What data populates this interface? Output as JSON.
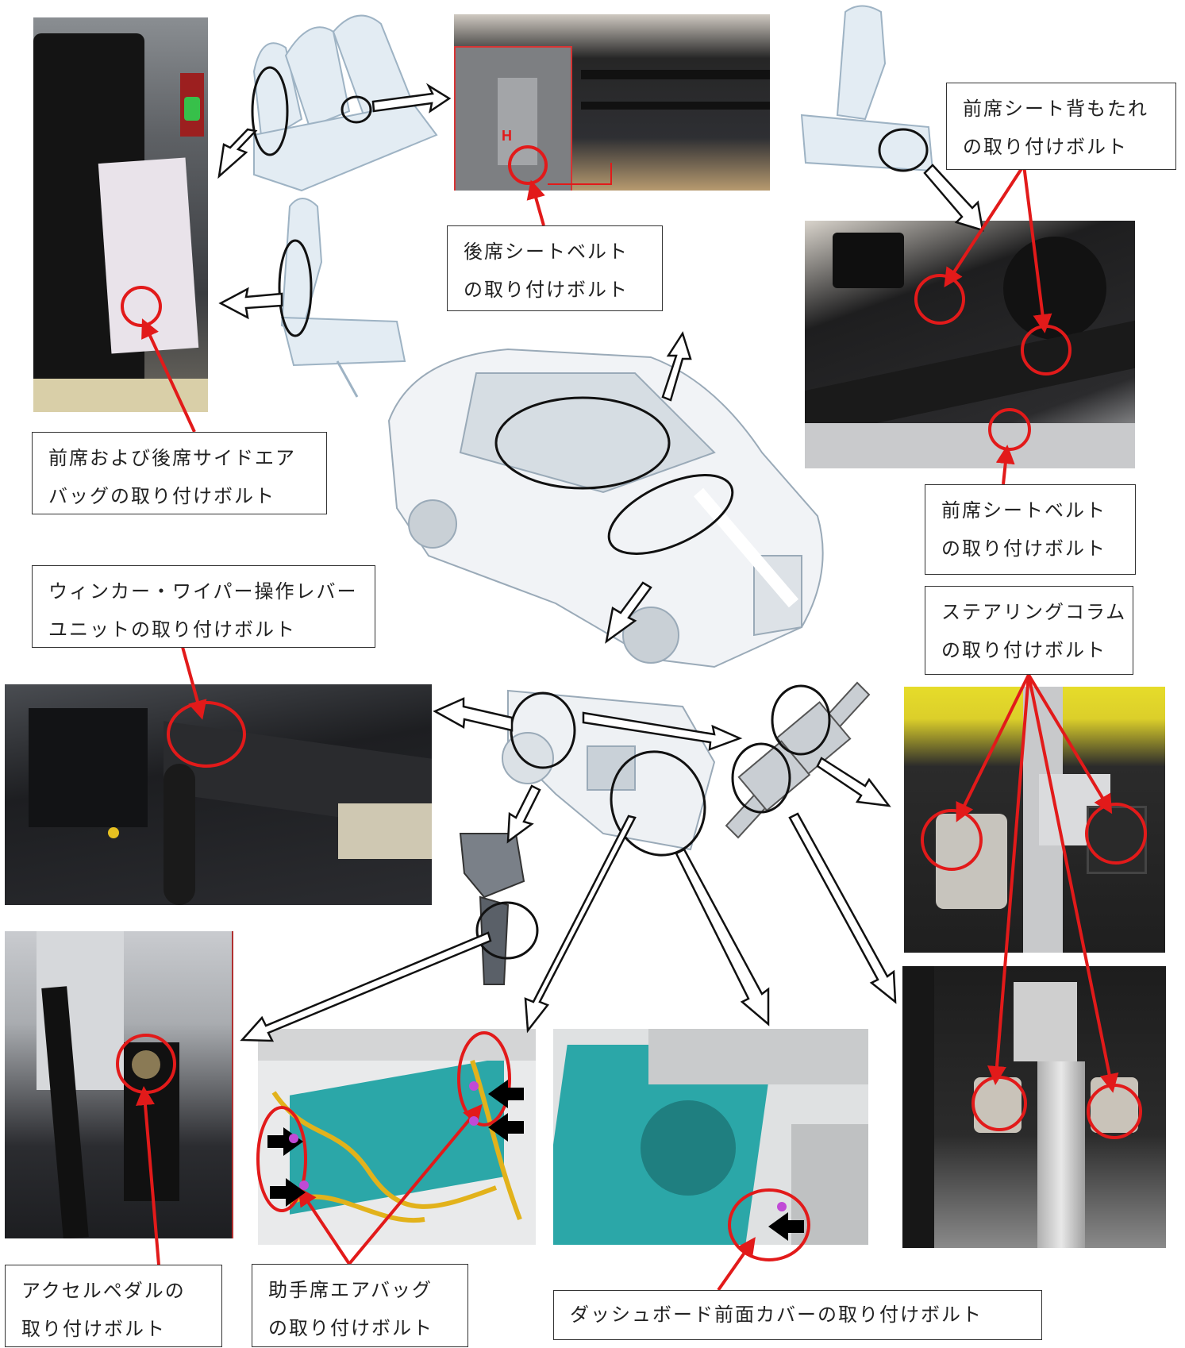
{
  "labels": {
    "rear_seatbelt": [
      "後席シートベルト",
      "の取り付けボルト"
    ],
    "front_seatback": [
      "前席シート背もたれ",
      "の取り付けボルト"
    ],
    "side_airbag": [
      "前席および後席サイドエア",
      "バッグの取り付けボルト"
    ],
    "front_seatbelt": [
      "前席シートベルト",
      "の取り付けボルト"
    ],
    "wiper_lever": [
      "ウィンカー・ワイパー操作レバー",
      "ユニットの取り付けボルト"
    ],
    "steering_column": [
      "ステアリングコラム",
      "の取り付けボルト"
    ],
    "accel_pedal": [
      "アクセルペダルの",
      "取り付けボルト"
    ],
    "passenger_airbag": [
      "助手席エアバッグ",
      "の取り付けボルト"
    ],
    "dashboard_cover": [
      "ダッシュボード前面カバーの取り付けボルト"
    ]
  },
  "marker_letter": "H",
  "colors": {
    "highlight": "#e21a1a",
    "callout": "#111111",
    "cad_teal": "#2ba7a8",
    "cad_gold": "#e2b21b"
  }
}
